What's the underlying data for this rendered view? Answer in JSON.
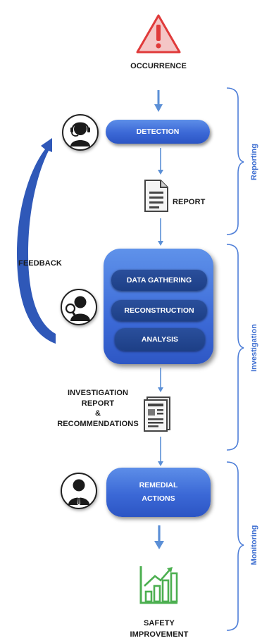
{
  "nodes": {
    "occurrence": "OCCURRENCE",
    "detection": "DETECTION",
    "report": "REPORT",
    "data_gathering": "DATA GATHERING",
    "reconstruction": "RECONSTRUCTION",
    "analysis": "ANALYSIS",
    "investigation_report_line1": "INVESTIGATION",
    "investigation_report_line2": "REPORT",
    "investigation_report_line3": "&",
    "investigation_report_line4": "RECOMMENDATIONS",
    "remedial_line1": "REMEDIAL",
    "remedial_line2": "ACTIONS",
    "safety_line1": "SAFETY",
    "safety_line2": "IMPROVEMENT",
    "feedback": "FEEDBACK"
  },
  "phases": {
    "reporting": "Reporting",
    "investigation": "Investigation",
    "monitoring": "Monitoring"
  },
  "icons": {
    "warning": "warning-triangle-icon",
    "operator": "headset-operator-icon",
    "investigator": "magnifier-person-icon",
    "manager": "businessman-icon",
    "document": "document-icon",
    "report_doc": "report-document-icon",
    "growth": "growth-chart-icon"
  },
  "colors": {
    "accent": "#3b68d6",
    "arrow": "#5b8fd6",
    "warning_fill": "#f4c6c6",
    "warning_stroke": "#e03a3a",
    "growth": "#4caf50",
    "bracket": "#4f7fd8"
  }
}
